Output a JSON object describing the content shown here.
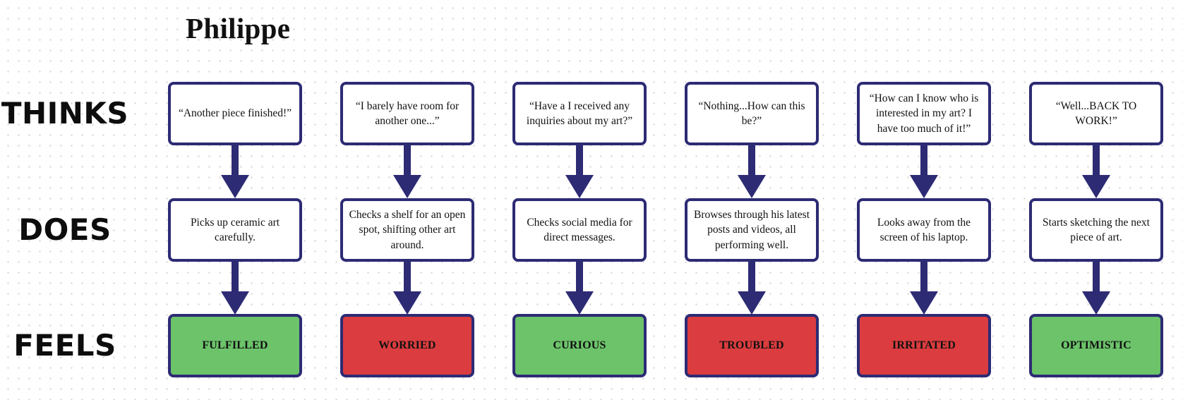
{
  "persona": "Philippe",
  "row_labels": {
    "thinks": "THINKS",
    "does": "DOES",
    "feels": "FEELS"
  },
  "colors": {
    "border": "#2d2b74",
    "arrow": "#2d2b74",
    "positive": "#6cc36a",
    "negative": "#db3c3f"
  },
  "stages": [
    {
      "thinks": "“Another piece finished!”",
      "does": "Picks up ceramic art carefully.",
      "feels": "FULFILLED",
      "sentiment": "positive"
    },
    {
      "thinks": "“I barely have room for another one...”",
      "does": "Checks a shelf for an open spot, shifting other art around.",
      "feels": "WORRIED",
      "sentiment": "negative"
    },
    {
      "thinks": "“Have a I received any inquiries about my art?”",
      "does": "Checks social media for direct messages.",
      "feels": "CURIOUS",
      "sentiment": "positive"
    },
    {
      "thinks": "“Nothing...How can this be?”",
      "does": "Browses through his latest posts and videos, all performing well.",
      "feels": "TROUBLED",
      "sentiment": "negative"
    },
    {
      "thinks": "“How can I know who is interested in my art? I have too much of it!”",
      "does": "Looks away from the screen of his laptop.",
      "feels": "IRRITATED",
      "sentiment": "negative"
    },
    {
      "thinks": "“Well...BACK TO WORK!”",
      "does": "Starts sketching the next piece of art.",
      "feels": "OPTIMISTIC",
      "sentiment": "positive"
    }
  ]
}
